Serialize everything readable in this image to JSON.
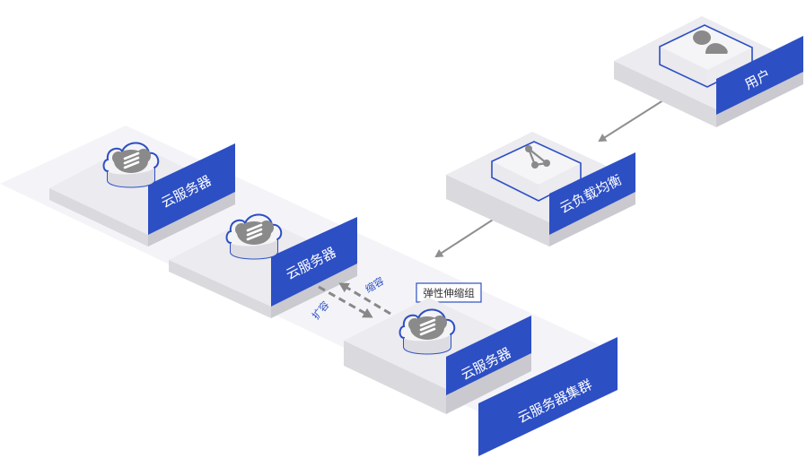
{
  "diagram": {
    "title": "云服务器弹性伸缩架构",
    "colors": {
      "accent_blue": "#2d4fc4",
      "platform_top": "#ececf1",
      "platform_left": "#d9d9df",
      "platform_right": "#c8c8ce",
      "cluster_base": "#f3f3f7",
      "icon_gray": "#8a8a8a",
      "arrow_gray": "#8f8f8f"
    },
    "nodes": {
      "user": {
        "label": "用户",
        "icon": "user-group-icon"
      },
      "load_balancer": {
        "label": "云负载均衡",
        "icon": "network-topology-icon"
      },
      "server_1": {
        "label": "云服务器",
        "icon": "cloud-server-icon"
      },
      "server_2": {
        "label": "云服务器",
        "icon": "cloud-server-icon"
      },
      "server_3": {
        "label": "云服务器",
        "icon": "cloud-server-icon"
      }
    },
    "cluster": {
      "label": "云服务器集群"
    },
    "scaling_group": {
      "label": "弹性伸缩组"
    },
    "edges": {
      "user_to_lb": {
        "from": "用户",
        "to": "云负载均衡",
        "style": "solid"
      },
      "lb_to_cluster": {
        "from": "云负载均衡",
        "to": "云服务器集群",
        "style": "solid"
      },
      "scale_out": {
        "label": "扩容",
        "style": "dashed"
      },
      "scale_in": {
        "label": "缩容",
        "style": "dashed"
      }
    }
  }
}
